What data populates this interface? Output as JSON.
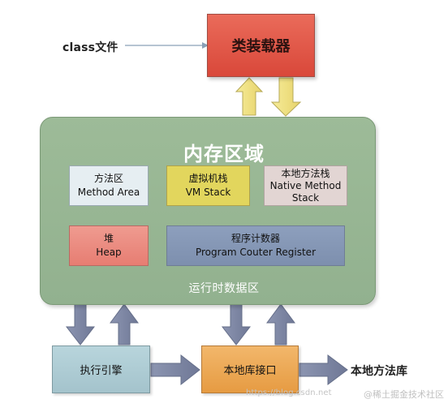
{
  "diagram": {
    "class_file": "class文件",
    "class_loader": "类装载器",
    "runtime_area_title": "内存区域",
    "method_area": {
      "cn": "方法区",
      "en": "Method Area"
    },
    "vm_stack": {
      "cn": "虚拟机栈",
      "en": "VM Stack"
    },
    "native_method_stack": {
      "cn": "本地方法栈",
      "en_line1": "Native Method",
      "en_line2": "Stack"
    },
    "heap": {
      "cn": "堆",
      "en": "Heap"
    },
    "program_counter_register": {
      "cn": "程序计数器",
      "en": "Program Couter Register"
    },
    "runtime_data_area": "运行时数据区",
    "execution_engine": "执行引擎",
    "native_library_interface": "本地库接口",
    "native_method_library": "本地方法库",
    "watermark": {
      "url": "https://blog.csdn.net",
      "site": "@稀土掘金技术社区"
    }
  },
  "colors": {
    "class_loader": "#d9483a",
    "runtime_area": "#9dbb98",
    "method_area": "#e6eef2",
    "vm_stack": "#e2d65d",
    "native_stack": "#e2d5d3",
    "heap": "#e77d72",
    "pc_register": "#7d8fae",
    "execution_engine": "#a4c3cc",
    "native_interface": "#e69b42",
    "arrow_yellow": "#f1e582",
    "arrow_blue": "#7b84a2",
    "runtime_text": "#ffffff"
  }
}
